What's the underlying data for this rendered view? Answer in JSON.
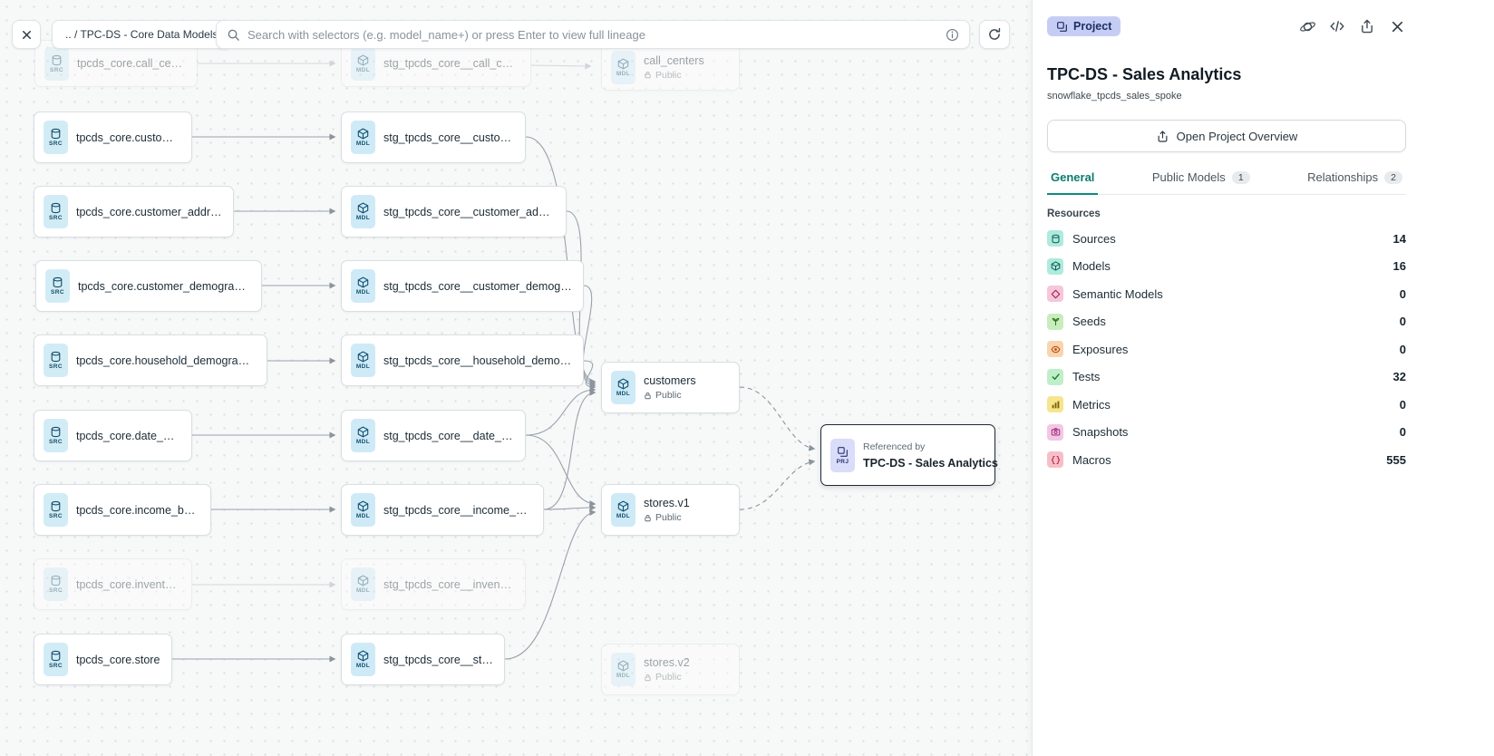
{
  "toolbar": {
    "breadcrumb": ".. / TPC-DS - Core Data Models",
    "search": {
      "placeholder": "Search with selectors (e.g. model_name+) or press Enter to view full lineage"
    }
  },
  "nodes": {
    "badges": {
      "src": "SRC",
      "mdl": "MDL",
      "prj": "PRJ"
    },
    "src": [
      {
        "label": "tpcds_core.call_center"
      },
      {
        "label": "tpcds_core.customer"
      },
      {
        "label": "tpcds_core.customer_address"
      },
      {
        "label": "tpcds_core.customer_demographics"
      },
      {
        "label": "tpcds_core.household_demographics"
      },
      {
        "label": "tpcds_core.date_dim"
      },
      {
        "label": "tpcds_core.income_band"
      },
      {
        "label": "tpcds_core.inventory"
      },
      {
        "label": "tpcds_core.store"
      }
    ],
    "stg": [
      {
        "label": "stg_tpcds_core__call_center"
      },
      {
        "label": "stg_tpcds_core__customer"
      },
      {
        "label": "stg_tpcds_core__customer_address"
      },
      {
        "label": "stg_tpcds_core__customer_demogra…"
      },
      {
        "label": "stg_tpcds_core__household_demogr…"
      },
      {
        "label": "stg_tpcds_core__date_dim"
      },
      {
        "label": "stg_tpcds_core__income_band"
      },
      {
        "label": "stg_tpcds_core__inventory"
      },
      {
        "label": "stg_tpcds_core__store"
      }
    ],
    "public": [
      {
        "label": "call_centers",
        "visibility": "Public"
      },
      {
        "label": "customers",
        "visibility": "Public"
      },
      {
        "label": "stores.v1",
        "visibility": "Public"
      },
      {
        "label": "stores.v2",
        "visibility": "Public"
      }
    ],
    "project": {
      "kicker": "Referenced by",
      "label": "TPC-DS - Sales Analytics"
    }
  },
  "panel": {
    "type_badge": "Project",
    "title": "TPC-DS - Sales Analytics",
    "subtitle": "snowflake_tpcds_sales_spoke",
    "overview_button": "Open Project Overview",
    "tabs": [
      {
        "label": "General"
      },
      {
        "label": "Public Models",
        "badge": "1"
      },
      {
        "label": "Relationships",
        "badge": "2"
      }
    ],
    "resources_heading": "Resources",
    "resources": [
      {
        "name": "Sources",
        "count": "14"
      },
      {
        "name": "Models",
        "count": "16"
      },
      {
        "name": "Semantic Models",
        "count": "0"
      },
      {
        "name": "Seeds",
        "count": "0"
      },
      {
        "name": "Exposures",
        "count": "0"
      },
      {
        "name": "Tests",
        "count": "32"
      },
      {
        "name": "Metrics",
        "count": "0"
      },
      {
        "name": "Snapshots",
        "count": "0"
      },
      {
        "name": "Macros",
        "count": "555"
      }
    ]
  },
  "icons": {
    "search": "magnifier",
    "info": "circle-i",
    "refresh": "circular-arrow",
    "close": "x",
    "lineage": "orbit",
    "code": "angle-brackets",
    "share": "arrow-up-from-box",
    "lock": "padlock"
  },
  "colors": {
    "accent_teal": "#0E8A7D",
    "project_badge_bg": "#C6CDF5",
    "project_badge_text": "#1D2F63",
    "node_icon_blue_bg": "#D2ECF6",
    "project_icon_bg": "#D9DDF9"
  }
}
